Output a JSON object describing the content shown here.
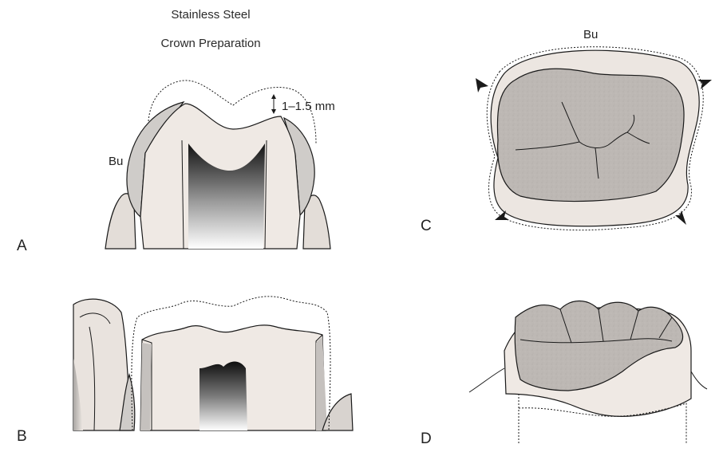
{
  "title": {
    "line1": "Stainless Steel",
    "line2": "Crown Preparation"
  },
  "panels": {
    "a": {
      "letter": "A",
      "label_bu": "Bu",
      "dimension": "1–1.5 mm"
    },
    "b": {
      "letter": "B"
    },
    "c": {
      "letter": "C",
      "label_bu": "Bu"
    },
    "d": {
      "letter": "D"
    }
  },
  "colors": {
    "tooth": "#efe9e4",
    "enamel_shade": "#cfccc9",
    "occlusal_fill": "#bdb8b4",
    "outline": "#1a1a1a",
    "pulp_dark": "#111111"
  }
}
